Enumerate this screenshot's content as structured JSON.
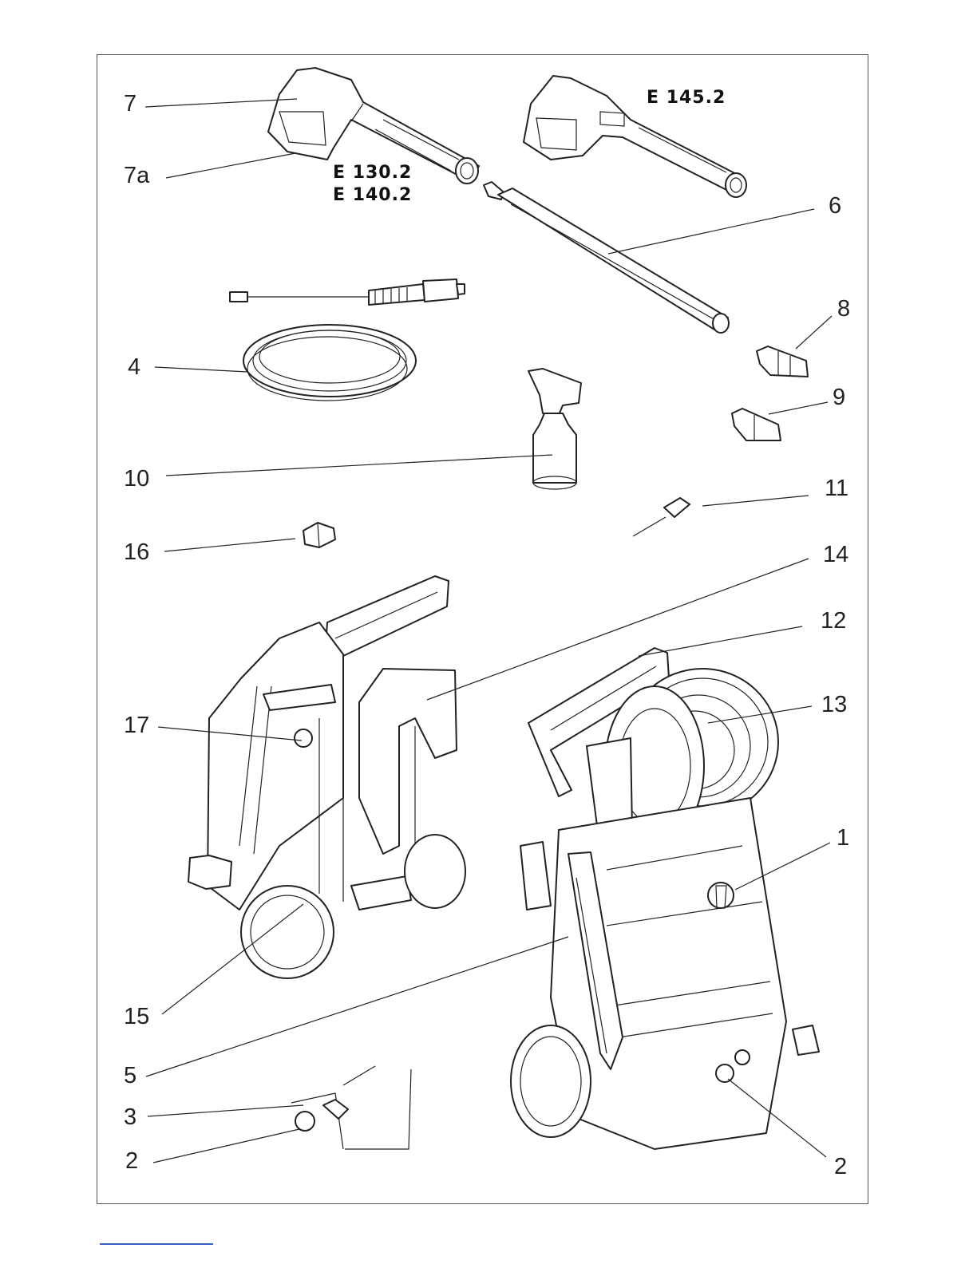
{
  "models": {
    "gun_a_line1": "E 130.2",
    "gun_a_line2": "E 140.2",
    "gun_b": "E 145.2"
  },
  "callouts": {
    "c7": "7",
    "c7a": "7a",
    "c6": "6",
    "c4": "4",
    "c8": "8",
    "c9": "9",
    "c10": "10",
    "c11": "11",
    "c16": "16",
    "c14": "14",
    "c12": "12",
    "c13": "13",
    "c17": "17",
    "c1": "1",
    "c15": "15",
    "c5": "5",
    "c3": "3",
    "c2_left": "2",
    "c2_right": "2"
  },
  "colors": {
    "frame": "#555555",
    "line": "#222222",
    "footer_line": "#3a5ec9"
  }
}
